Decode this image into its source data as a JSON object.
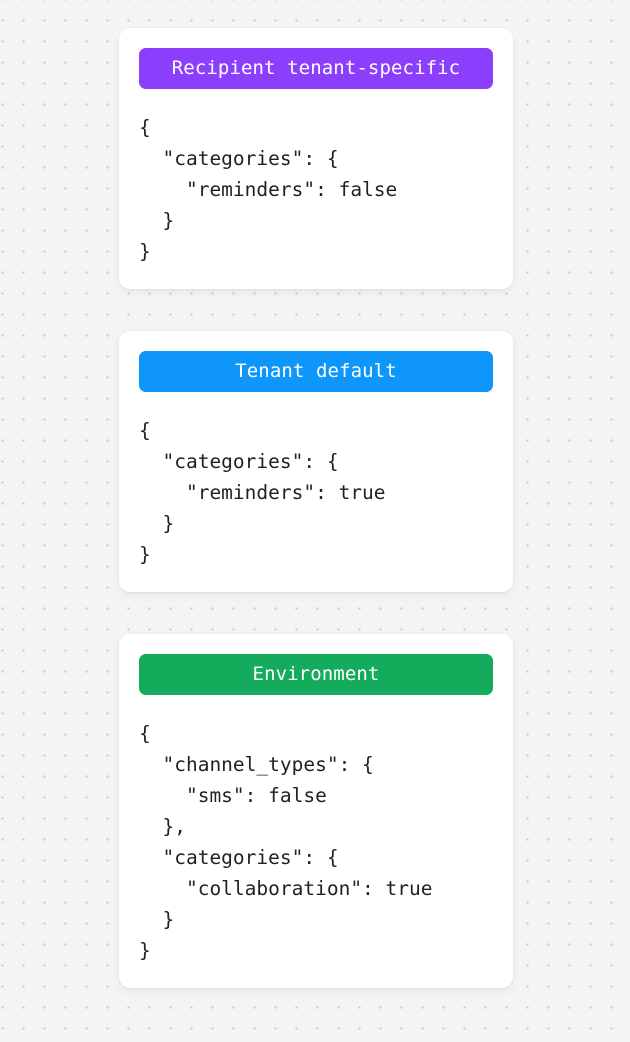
{
  "page": {
    "background_color": "#f4f4f5",
    "dot_color": "#c9c9cd",
    "card_background": "#ffffff",
    "code_text_color": "#1f2124"
  },
  "cards": [
    {
      "badge_label": "Recipient tenant-specific",
      "badge_color": "#8b3efb",
      "code": "{\n  \"categories\": {\n    \"reminders\": false\n  }\n}"
    },
    {
      "badge_label": "Tenant default",
      "badge_color": "#0e96fb",
      "code": "{\n  \"categories\": {\n    \"reminders\": true\n  }\n}"
    },
    {
      "badge_label": "Environment",
      "badge_color": "#15ab5d",
      "code": "{\n  \"channel_types\": {\n    \"sms\": false\n  },\n  \"categories\": {\n    \"collaboration\": true\n  }\n}"
    }
  ]
}
